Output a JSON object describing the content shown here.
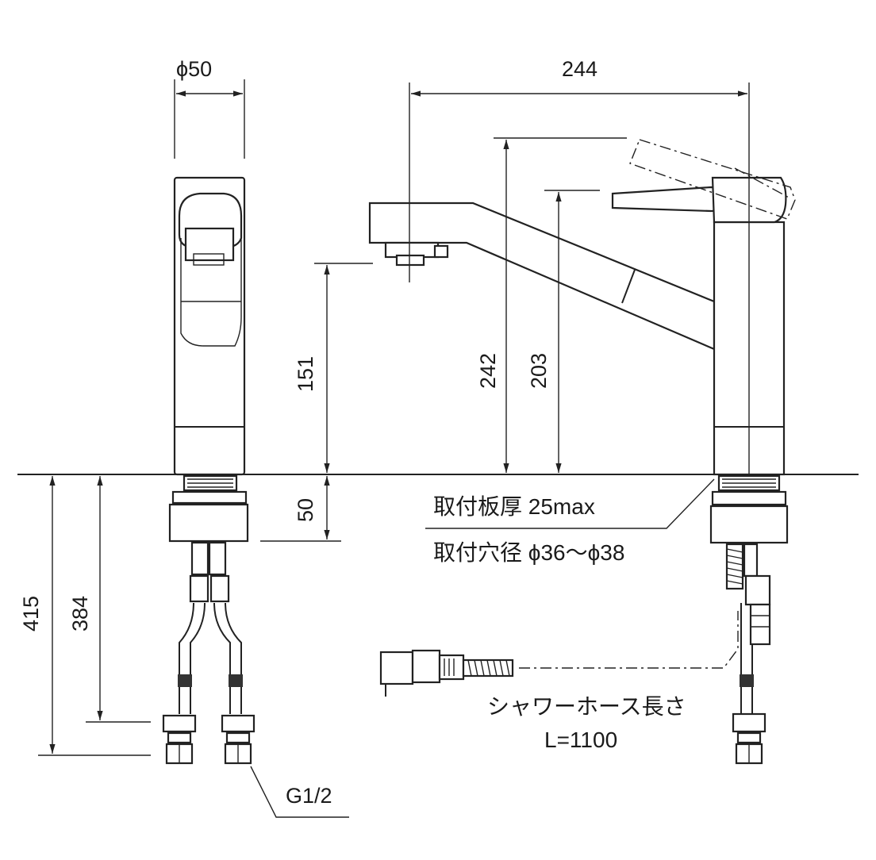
{
  "dimensions": {
    "side_diameter": "ϕ50",
    "total_width": "244",
    "spout_height_max": "242",
    "spout_height": "203",
    "spout_clearance": "151",
    "counter_depth": "50",
    "hose_415": "415",
    "hose_384": "384"
  },
  "notes": {
    "plate_thickness": "取付板厚 25max",
    "mount_hole": "取付穴径 ϕ36～ϕ38",
    "thread": "G1/2",
    "shower_hose_label": "シャワーホース長さ",
    "shower_hose_length": "L=1100"
  }
}
